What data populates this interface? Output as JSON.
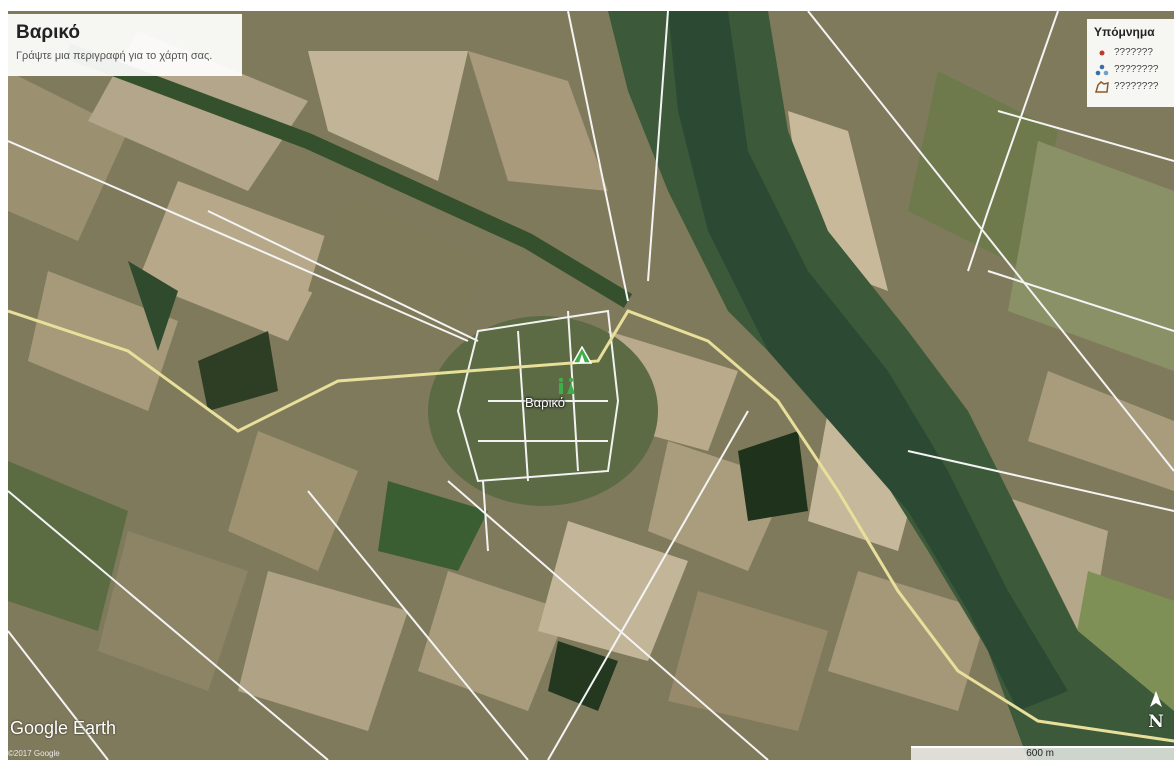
{
  "map": {
    "title": "Βαρικό",
    "description": "Γράψτε μια περιγραφή για το χάρτη σας.",
    "place_label": "Βαρικό",
    "attribution_logo": "Google Earth",
    "copyright": "©2017 Google",
    "north_label": "N",
    "scale_label": "600 m"
  },
  "legend": {
    "title": "Υπόμνημα",
    "items": [
      {
        "label": "???????",
        "icon": "red-dot-icon",
        "color": "#c0392b"
      },
      {
        "label": "????????",
        "icon": "people-group-icon",
        "color": "#3a6ea5"
      },
      {
        "label": "????????",
        "icon": "brown-shape-icon",
        "color": "#8b5a2b"
      }
    ]
  },
  "colors": {
    "road_main": "#e8df9a",
    "road_minor": "#f4f4f4",
    "river": "#3f5b3f",
    "marker_green": "#3fae49"
  }
}
